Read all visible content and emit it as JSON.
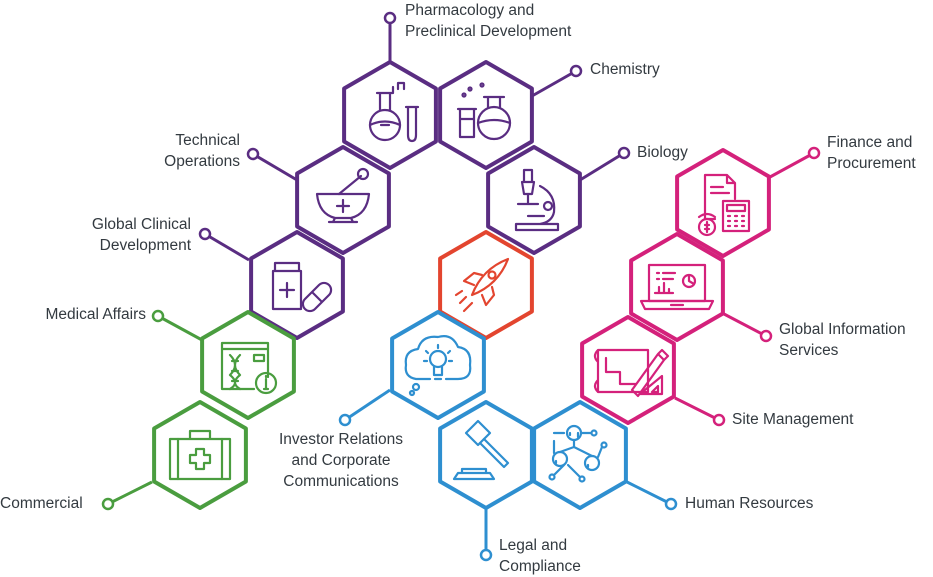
{
  "colors": {
    "purple": "#5a2d82",
    "green": "#4a9d3f",
    "blue": "#2e8fd0",
    "magenta": "#d4217b",
    "red": "#e3452f",
    "text": "#333a40"
  },
  "nodes": [
    {
      "id": "pharmacology",
      "label": "Pharmacology and\nPreclinical Development",
      "group": "purple",
      "icon": "flask-icon"
    },
    {
      "id": "chemistry",
      "label": "Chemistry",
      "group": "purple",
      "icon": "beaker-icon"
    },
    {
      "id": "biology",
      "label": "Biology",
      "group": "purple",
      "icon": "microscope-icon"
    },
    {
      "id": "technical-operations",
      "label": "Technical\nOperations",
      "group": "purple",
      "icon": "mortar-pestle-icon"
    },
    {
      "id": "global-clinical-development",
      "label": "Global Clinical\nDevelopment",
      "group": "purple",
      "icon": "medicine-bottle-icon"
    },
    {
      "id": "medical-affairs",
      "label": "Medical Affairs",
      "group": "green",
      "icon": "dna-info-icon"
    },
    {
      "id": "commercial",
      "label": "Commercial",
      "group": "green",
      "icon": "medical-kit-icon"
    },
    {
      "id": "innovation",
      "label": "",
      "group": "red",
      "icon": "rocket-icon"
    },
    {
      "id": "investor-relations",
      "label": "Investor Relations\nand Corporate\nCommunications",
      "group": "blue",
      "icon": "lightbulb-cloud-icon"
    },
    {
      "id": "legal-compliance",
      "label": "Legal and\nCompliance",
      "group": "blue",
      "icon": "gavel-icon"
    },
    {
      "id": "human-resources",
      "label": "Human Resources",
      "group": "blue",
      "icon": "people-network-icon"
    },
    {
      "id": "finance-procurement",
      "label": "Finance and\nProcurement",
      "group": "magenta",
      "icon": "calculator-invoice-icon"
    },
    {
      "id": "global-information-services",
      "label": "Global Information\nServices",
      "group": "magenta",
      "icon": "laptop-icon"
    },
    {
      "id": "site-management",
      "label": "Site Management",
      "group": "magenta",
      "icon": "blueprint-icon"
    }
  ]
}
